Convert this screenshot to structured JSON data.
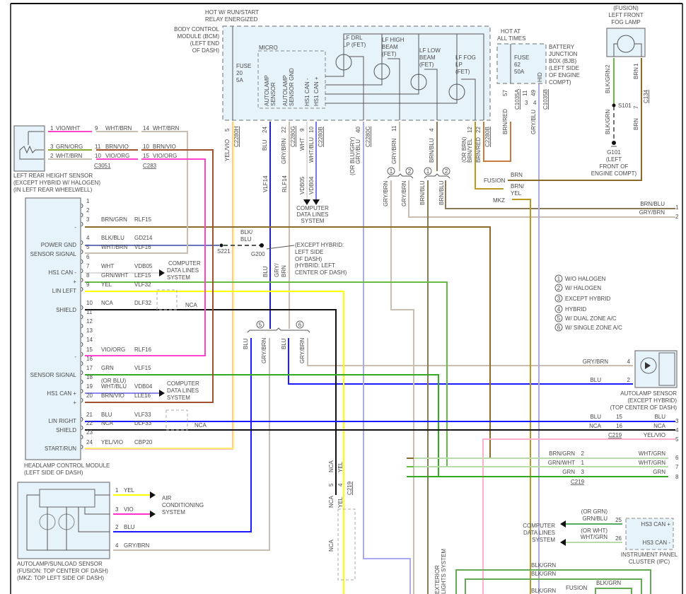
{
  "colors": {
    "BLU": "#1a1aff",
    "YEL": "#ffff00",
    "VIO": "#ff33cc",
    "GRN": "#33aa22",
    "BRN": "#8b6b2a",
    "GRY": "#c8bfb0",
    "BLK": "#111111",
    "LAV": "#9999ee",
    "PINKYEL": "#ffb0c8"
  },
  "bcm": {
    "hot": [
      "HOT W/ RUN/START",
      "RELAY ENERGIZED"
    ],
    "name": [
      "BODY CONTROL",
      "MODULE (BCM)",
      "(LEFT END",
      "OF DASH)"
    ],
    "micro": "MICRO",
    "fuse": [
      "FUSE",
      "20",
      "5A"
    ],
    "micro_pins": [
      "AUTOLAMP",
      "SENSOR",
      "AUTOLAMP",
      "SENSOR GND",
      "HS1 CAN -",
      "HS1 CAN +"
    ],
    "fets": [
      [
        "LF DRL",
        "LP (FET)"
      ],
      [
        "LF HIGH",
        "BEAM",
        "(FET)"
      ],
      [
        "LF LOW",
        "BEAM",
        "(FET)"
      ],
      [
        "LF FOG",
        "LP",
        "(FET)"
      ]
    ],
    "pins": [
      {
        "n": "5",
        "c": "YEL/VIO",
        "conn": "C2280H"
      },
      {
        "n": "24",
        "c": "BLU"
      },
      {
        "n": "22",
        "c": "GRY/BRN",
        "conn": "C2280G"
      },
      {
        "n": "9",
        "c": "WHT"
      },
      {
        "n": "10",
        "c": "WHT/BLU",
        "conn": "C2280B"
      },
      {
        "n": "40",
        "c": "GRY/BLU",
        "alt": "(OR BLU/GRY)",
        "conn": "C2280C"
      },
      {
        "n": "11",
        "c": "GRY/BRN"
      },
      {
        "n": "4",
        "c": "BRN/BLU"
      },
      {
        "n": "12",
        "c": "BRN/YEL",
        "alt": "(OR BRN)"
      },
      {
        "n": "22",
        "c": "BRN/RED",
        "conn": "C2280B"
      }
    ]
  },
  "bjb": {
    "hot": [
      "HOT AT",
      "ALL TIMES"
    ],
    "fuse": [
      "FUSE",
      "62",
      "50A"
    ],
    "name": [
      "BATTERY",
      "JUNCTION",
      "BOX (BJB)",
      "(LEFT SIDE",
      "OF ENGINE",
      "COMPT)"
    ],
    "hid": "HID",
    "pin57": "57",
    "conn_a": "C1035A",
    "pin11": "11",
    "pin49": "49",
    "conn_b": "C1035B",
    "brn_red": "BRN/RED",
    "gry_blu": "GRY/BLU",
    "n3": "3",
    "n4": "4"
  },
  "fog_lamp": {
    "name": [
      "(FUSION)",
      "LEFT FRONT",
      "FOG LAMP"
    ],
    "pin2": "2",
    "pin1": "1",
    "blk_grn": "BLK/GRN",
    "brn": "BRN",
    "s101": "S101",
    "pin7": "7",
    "c134": "C134",
    "g101": [
      "G101",
      "(LEFT",
      "FRONT OF",
      "ENGINE COMPT)"
    ]
  },
  "fusion_mkz": {
    "fusion": "FUSION",
    "mkz": "MKZ",
    "brn": "BRN",
    "brn_yel": [
      "BRN/",
      "YEL"
    ]
  },
  "height_sensor": {
    "name": [
      "LEFT REAR HEIGHT SENSOR",
      "(EXCEPT HYBRID W/ HALOGEN)",
      "(IN LEFT REAR WHEELWELL)"
    ],
    "rows": [
      [
        "1",
        "VIO/WHT",
        "9",
        "WHT/BRN",
        "14",
        "WHT/BRN"
      ],
      [
        "3",
        "GRN/ORG",
        "11",
        "BRN/VIO",
        "10",
        "BRN/VIO"
      ],
      [
        "2",
        "WHT/BRN",
        "10",
        "VIO/ORG",
        "15",
        "VIO/ORG"
      ]
    ],
    "c1": "C3051",
    "c2": "C283"
  },
  "hcm": {
    "name": [
      "HEADLAMP CONTROL MODULE",
      "(LEFT SIDE OF DASH)"
    ],
    "side_labels": [
      "-",
      "POWER GND",
      "SENSOR SIGNAL",
      "HS1 CAN -",
      "+",
      "LIN LEFT",
      "SHIELD",
      "-",
      "SENSOR SIGNAL",
      "HS1 CAN +",
      "+",
      "LIN RIGHT",
      "SHIELD",
      "START/RUN"
    ],
    "pins": [
      {
        "n": "1"
      },
      {
        "n": "2"
      },
      {
        "n": "3",
        "c": "BRN/GRN",
        "ckt": "RLF15"
      },
      {
        "n": "4",
        "c": "BLK/BLU",
        "ckt": "GD214"
      },
      {
        "n": "5",
        "c": "WHT/BRN",
        "ckt": "VLF16"
      },
      {
        "n": "6"
      },
      {
        "n": "7",
        "c": "WHT",
        "ckt": "VDB05"
      },
      {
        "n": "8",
        "c": "GRN/WHT",
        "ckt": "LEF15"
      },
      {
        "n": "9",
        "c": "YEL",
        "ckt": "VLF32"
      },
      {
        "n": "10",
        "c": "NCA",
        "ckt": "DLF32"
      },
      {
        "n": "11"
      },
      {
        "n": "12"
      },
      {
        "n": "13"
      },
      {
        "n": "14"
      },
      {
        "n": "15",
        "c": "VIO/ORG",
        "ckt": "RLF16"
      },
      {
        "n": "16"
      },
      {
        "n": "17",
        "c": "GRN",
        "ckt": "VLF15"
      },
      {
        "n": "18"
      },
      {
        "n": "19",
        "c": "WHT/BLU",
        "ckt": "VDB04",
        "alt": "(OR BLU)"
      },
      {
        "n": "20",
        "c": "BRN/VIO",
        "ckt": "LLE16"
      },
      {
        "n": "21",
        "c": "BLU",
        "ckt": "VLF33"
      },
      {
        "n": "22",
        "c": "NCA",
        "ckt": "DLF33"
      },
      {
        "n": "23"
      },
      {
        "n": "24",
        "c": "YEL/VIO",
        "ckt": "CBP20"
      }
    ],
    "cdl": [
      "COMPUTER",
      "DATA LINES",
      "SYSTEM"
    ],
    "nca": "NCA"
  },
  "ground": {
    "blk_blu": [
      "BLK/",
      "BLU"
    ],
    "s221": "S221",
    "g200": "G200",
    "note": [
      "(EXCEPT HYBRID:",
      "LEFT SIDE",
      "OF DASH)",
      "(HYBRID: LEFT",
      "CENTER OF DASH)"
    ]
  },
  "mid": {
    "vlf14": "VLF14",
    "rlf14": "RLF14",
    "vdb05": "VDB05",
    "vdb04": "VDB04",
    "cdl": [
      "COMPUTER",
      "DATA LINES",
      "SYSTEM"
    ],
    "blu": "BLU",
    "gry_brn": [
      "GRY/",
      "BRN"
    ],
    "gry_brn2": "GRY/BRN",
    "brn_blu": "BRN/BLU",
    "n1": "1",
    "n2": "2",
    "n5": "5",
    "n6": "6"
  },
  "legend": [
    "W/O HALOGEN",
    "W/ HALOGEN",
    "EXCEPT HYBRID",
    "HYBRID",
    "W/ DUAL ZONE A/C",
    "W/ SINGLE ZONE A/C"
  ],
  "autolamp_sensor": {
    "name": [
      "AUTOLAMP SENSOR",
      "(EXCEPT HYBRID)",
      "(TOP CENTER OF DASH)"
    ],
    "pin4": "4",
    "pin2": "2",
    "gry_brn": "GRY/BRN",
    "blu": "BLU"
  },
  "right_rows": [
    {
      "l": "BRN/BLU",
      "n": "1"
    },
    {
      "l": "GRY/BRN",
      "n": "2"
    },
    {
      "pin": "15",
      "l": "BLU",
      "r": "BLU",
      "n": "3"
    },
    {
      "pin": "16",
      "l": "NCA",
      "r": "NCA",
      "n": "4"
    },
    {
      "r": "YEL/VIO",
      "n": "5"
    },
    {
      "pin": "2",
      "l": "BRN/GRN",
      "r": "WHT/GRN",
      "n": "6"
    },
    {
      "pin": "1",
      "l": "GRN/WHT",
      "r": "WHT/GRN",
      "n": "7"
    },
    {
      "pin": "3",
      "l": "GRN",
      "r": "GRN",
      "n": "8"
    }
  ],
  "c219": "C219",
  "sunload": {
    "name": [
      "AUTOLAMP/SUNLOAD SENSOR",
      "(FUSION: TOP CENTER OF DASH)",
      "(MKZ: TOP LEFT SIDE OF DASH)"
    ],
    "pins": [
      {
        "n": "1",
        "c": "YEL"
      },
      {
        "n": "3",
        "c": "VIO"
      },
      {
        "n": "2",
        "c": "BLU"
      },
      {
        "n": "4",
        "c": "GRY/BRN"
      }
    ],
    "ac": [
      "AIR",
      "CONDITIONING",
      "SYSTEM"
    ]
  },
  "lower_mid": {
    "nca": "NCA",
    "yel": "YEL",
    "p5": "5",
    "p4": "4",
    "c219": "C219",
    "ext": [
      "EXTERIOR",
      "LIGHTS SYSTEM"
    ]
  },
  "ipc": {
    "name": [
      "INSTRUMENT PANEL",
      "CLUSTER (IPC)"
    ],
    "can_p": "HS3 CAN +",
    "can_m": "HS3 CAN -",
    "pin25": "25",
    "pin26": "26",
    "w1": [
      "(OR GRN)",
      "GRN/BLU"
    ],
    "w2": [
      "(OR WHT)",
      "WHT/GRN"
    ],
    "cdl": [
      "COMPUTER",
      "DATA LINES",
      "SYSTEM"
    ]
  },
  "bottom": {
    "blk_grn": "BLK/GRN",
    "fusion": "FUSION"
  }
}
